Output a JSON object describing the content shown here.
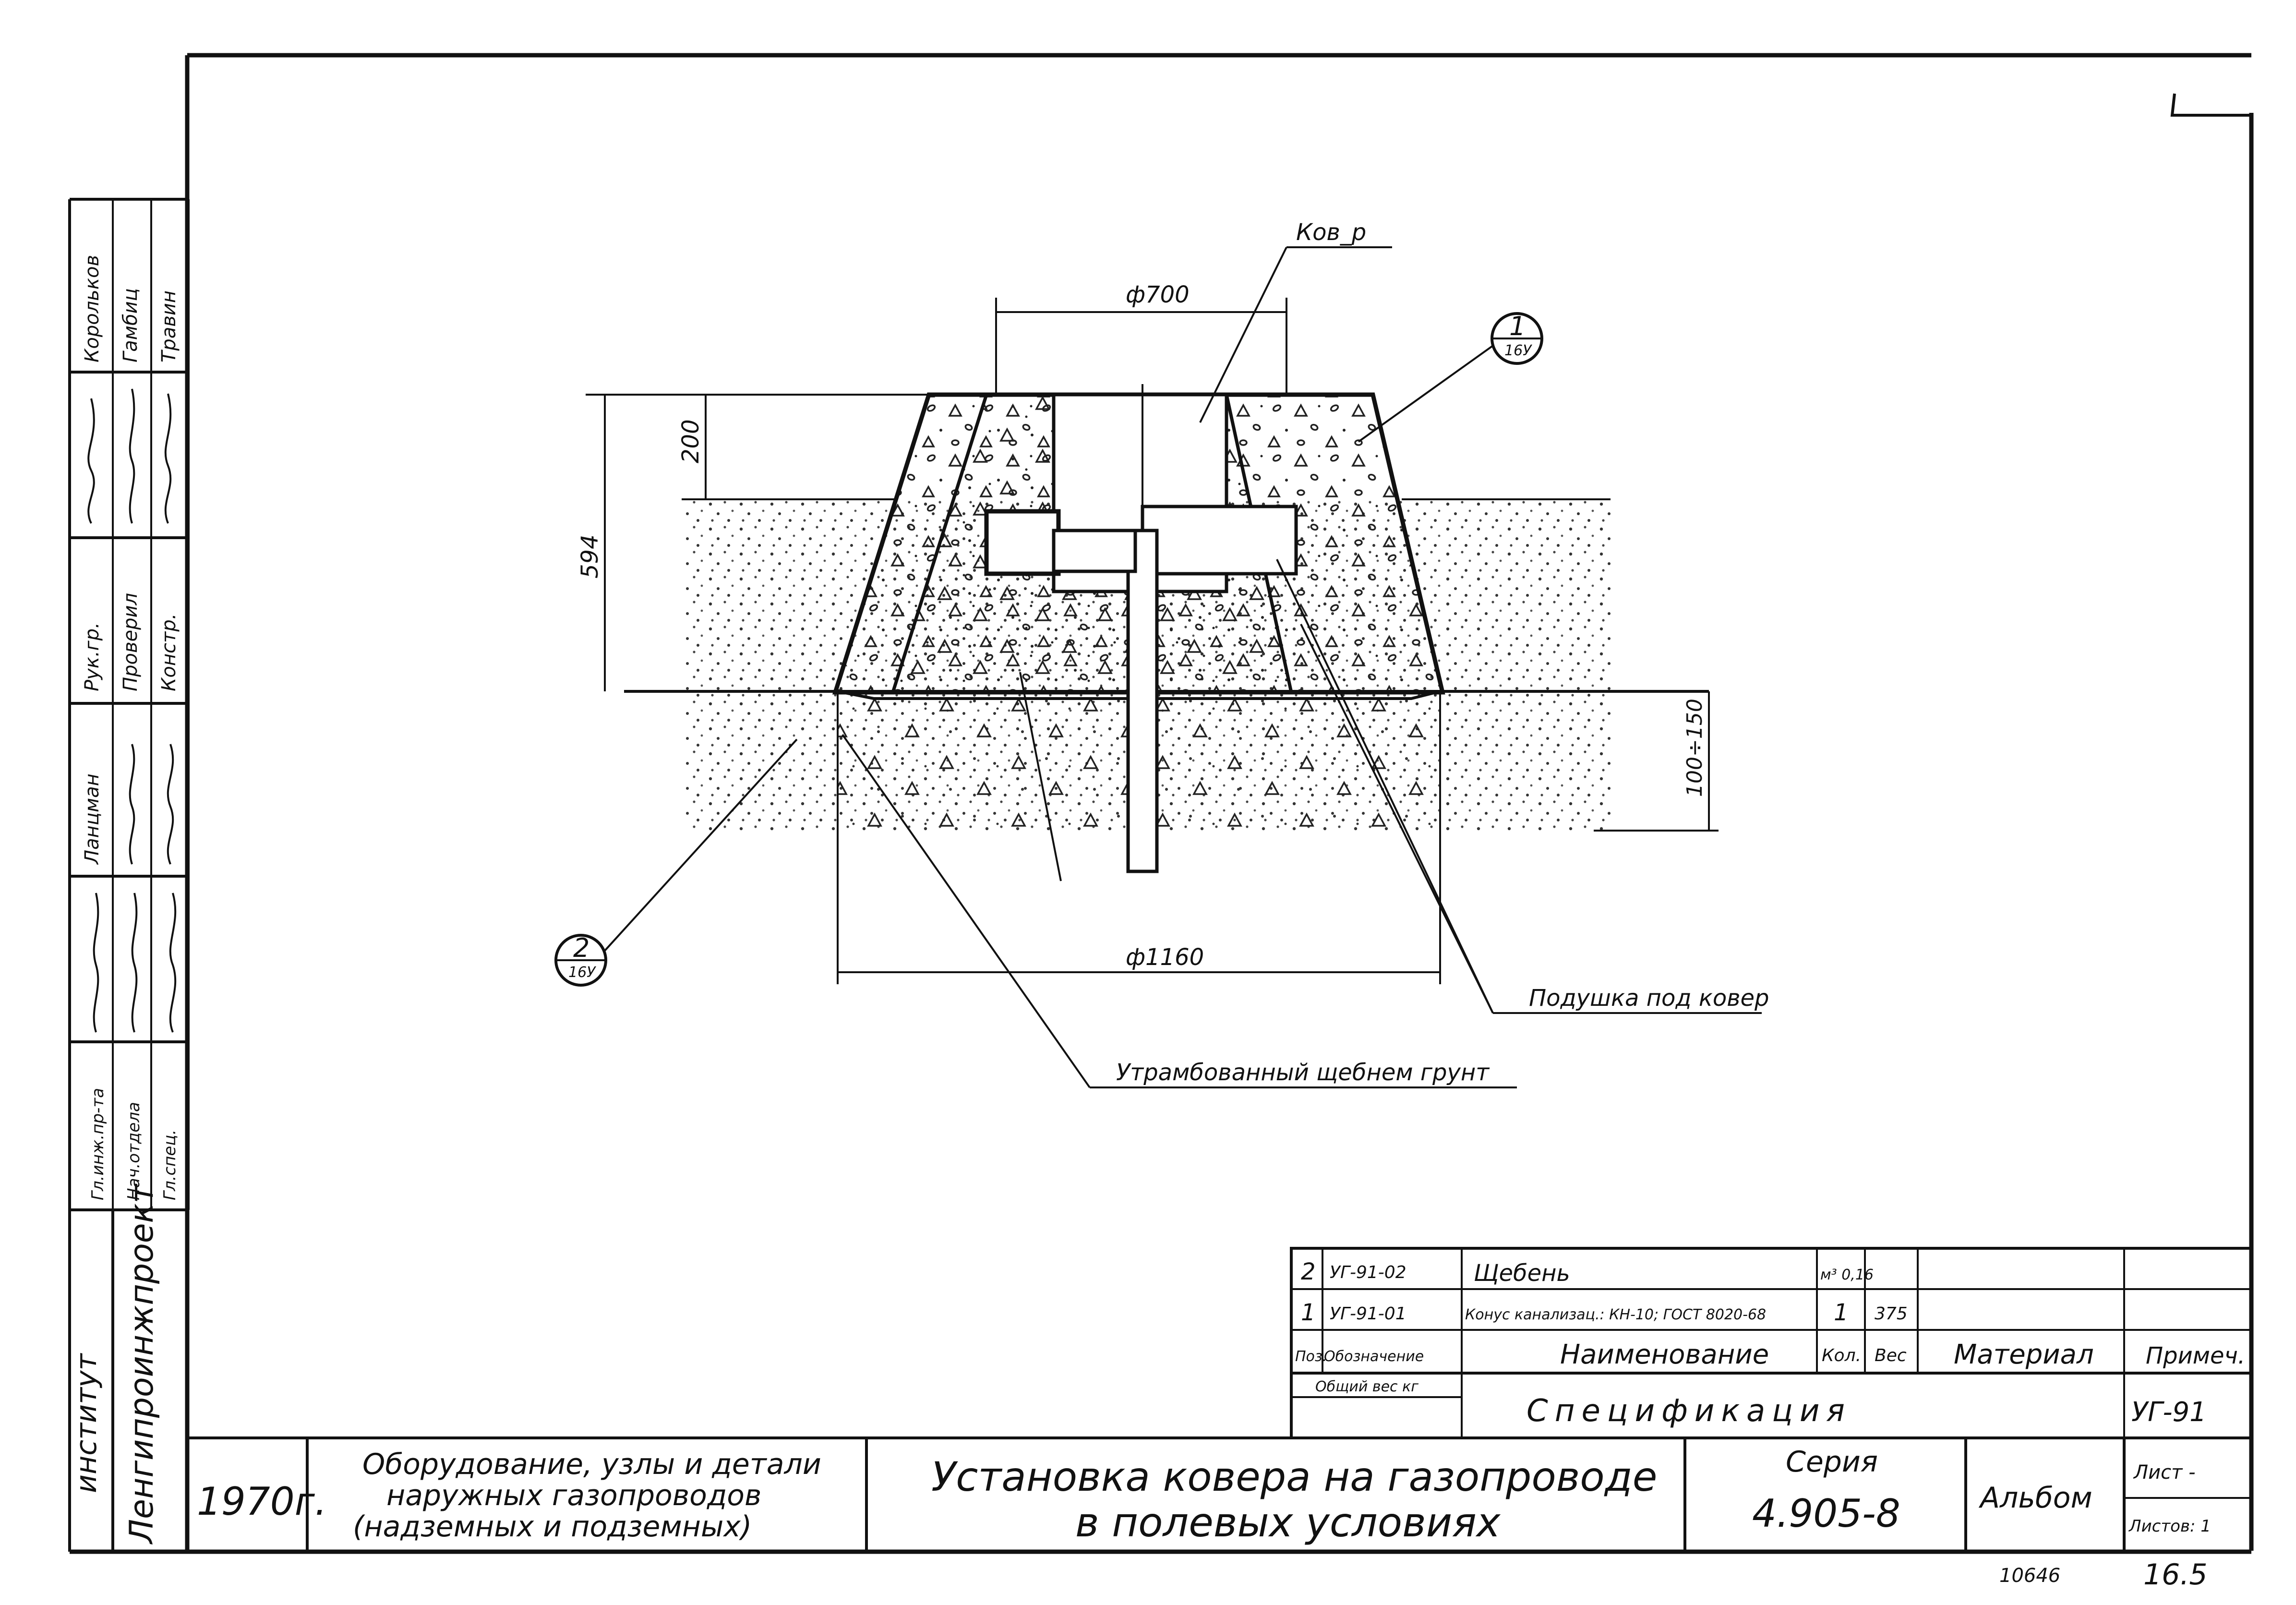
{
  "drawing": {
    "labels": {
      "cover": "Ков_р",
      "cushion": "Подушка под ковер",
      "compacted_soil": "Утрамбованный щебнем грунт"
    },
    "dimensions": {
      "top_diameter": "ф700",
      "bottom_diameter": "ф1160",
      "height_total": "594",
      "height_top": "200",
      "gravel_depth": "100÷150"
    },
    "callouts": [
      {
        "num": "1",
        "ref": "16У"
      },
      {
        "num": "2",
        "ref": "16У"
      }
    ]
  },
  "approval_stamp": {
    "roles": [
      "Рук.гр.",
      "Проверил",
      "Констр.",
      "Ланцман",
      "Гл.инж.пр-та",
      "Нач.отдела",
      "Гл.спец."
    ],
    "names": [
      "Корольков",
      "Гамбиц",
      "Травин"
    ]
  },
  "spec_table": {
    "rows": [
      {
        "pos": "2",
        "code": "УГ-91-02",
        "name": "Щебень",
        "qty": "м³ 0,16",
        "weight": ""
      },
      {
        "pos": "1",
        "code": "УГ-91-01",
        "name": "Конус канализац.: КН-10; ГОСТ 8020-68",
        "qty": "1",
        "weight": "375"
      }
    ],
    "headers": {
      "pos": "Поз.",
      "code": "Обозначение",
      "name": "Наименование",
      "qty": "Кол.",
      "weight": "Вес",
      "material": "Материал",
      "note": "Примеч."
    },
    "total_weight_label": "Общий вес кг",
    "title": "Спецификация",
    "doc_code": "УГ-91"
  },
  "title_block": {
    "institute_label": "институт",
    "institute_name": "Ленгипроинжпроект",
    "year": "1970г.",
    "album_title": [
      "Оборудование, узлы и детали",
      "наружных газопроводов",
      "(надземных и подземных)"
    ],
    "drawing_title": [
      "Установка ковера на газопроводе",
      "в полевых условиях"
    ],
    "series_label": "Серия",
    "series_number": "4.905-8",
    "album_label": "Альбом",
    "sheet_label": "Лист -",
    "sheets_label": "Листов: 1"
  },
  "marginalia": {
    "inventory_number": "10646",
    "page_ref": "16.5"
  }
}
